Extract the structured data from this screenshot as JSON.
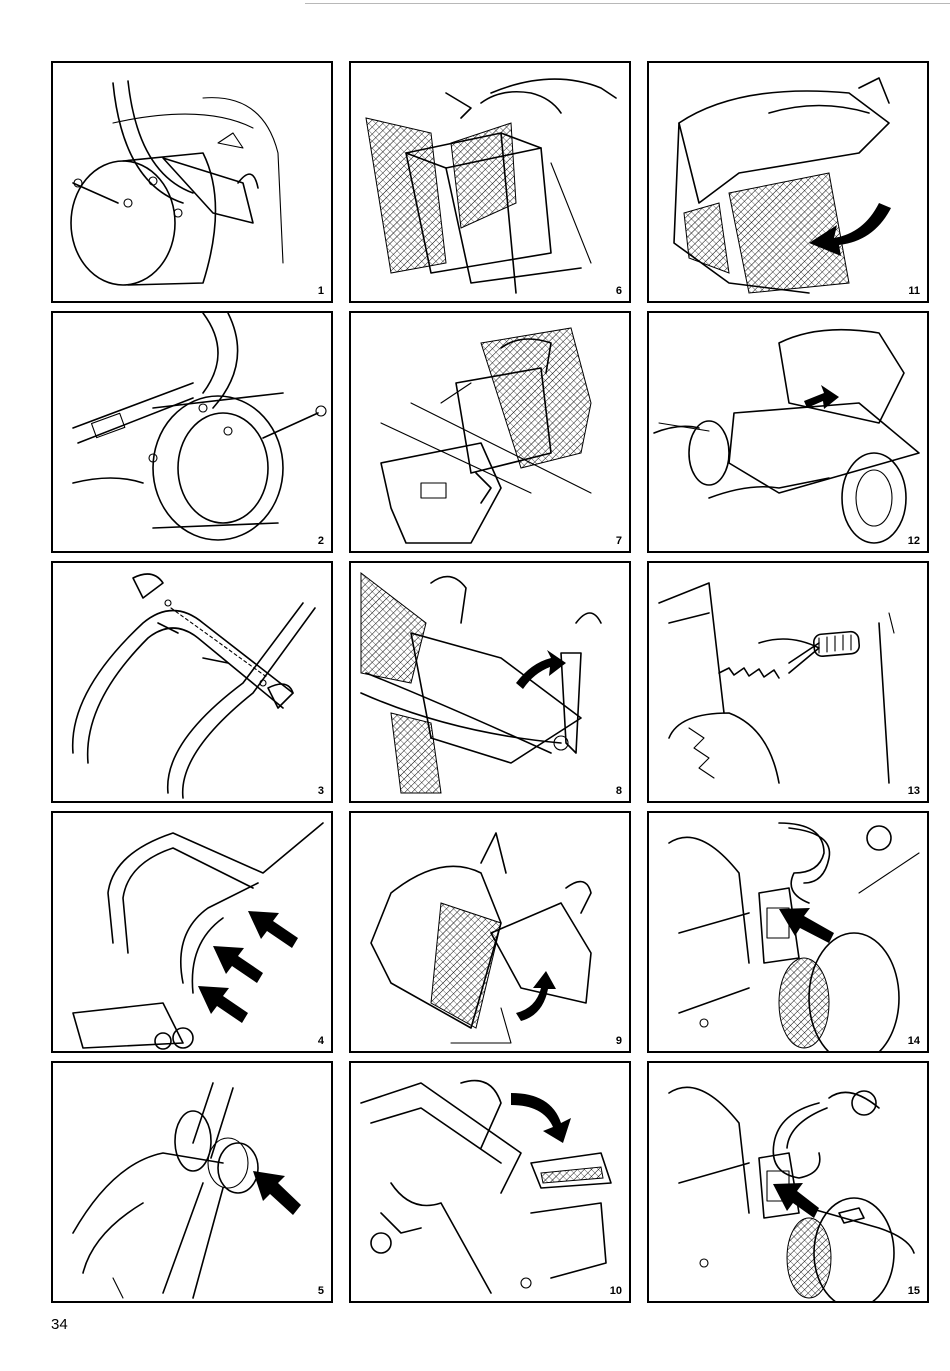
{
  "page": {
    "page_number": "34"
  },
  "figures": [
    {
      "number": "1",
      "icon": "wheel-mounting-bracket"
    },
    {
      "number": "6",
      "icon": "grass-bag-frame-assembly"
    },
    {
      "number": "11",
      "icon": "rear-flap-grass-bag-arrow"
    },
    {
      "number": "2",
      "icon": "wheel-with-axle-lever"
    },
    {
      "number": "7",
      "icon": "grass-box-exploded-view"
    },
    {
      "number": "12",
      "icon": "mower-lift-by-hands"
    },
    {
      "number": "3",
      "icon": "handle-bolts-and-knobs"
    },
    {
      "number": "8",
      "icon": "bag-clip-attach-arrow"
    },
    {
      "number": "13",
      "icon": "height-adjust-lever"
    },
    {
      "number": "4",
      "icon": "handle-cable-clips-arrows"
    },
    {
      "number": "9",
      "icon": "bag-attach-to-frame-arrow"
    },
    {
      "number": "14",
      "icon": "cable-plug-socket-arrow"
    },
    {
      "number": "5",
      "icon": "handle-knob-tighten-arrow"
    },
    {
      "number": "10",
      "icon": "rear-guard-flap-arrow"
    },
    {
      "number": "15",
      "icon": "cable-strain-relief-arrow"
    }
  ]
}
